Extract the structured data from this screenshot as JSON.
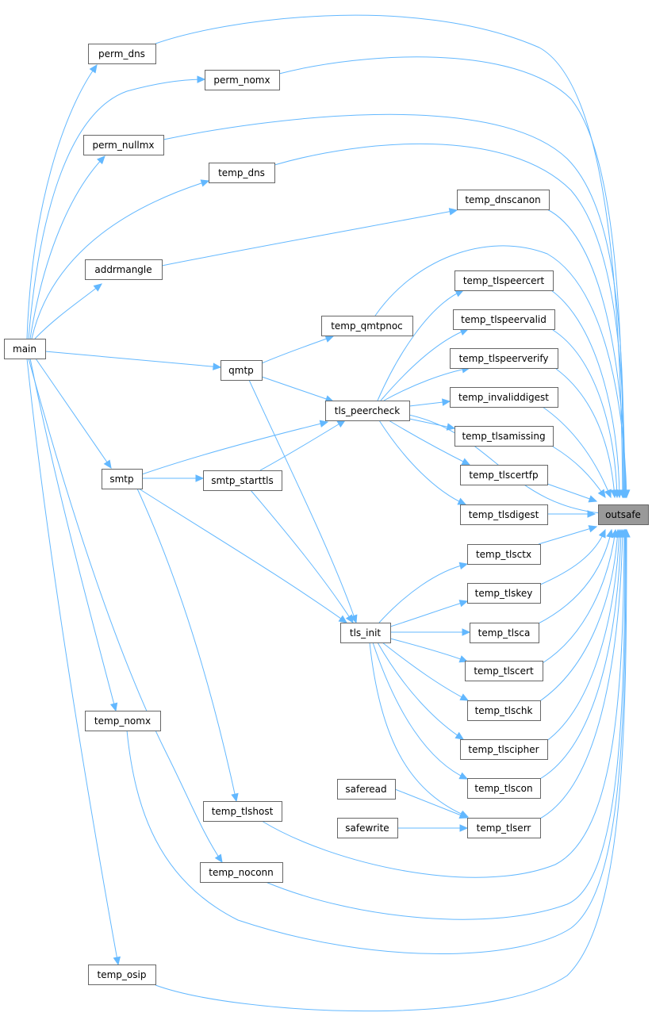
{
  "graph": {
    "highlight": "outsafe",
    "edge_color": "#63b8ff",
    "highlight_fill": "#999999",
    "nodes": {
      "main": "main",
      "perm_dns": "perm_dns",
      "perm_nomx": "perm_nomx",
      "perm_nullmx": "perm_nullmx",
      "temp_dns": "temp_dns",
      "temp_dnscanon": "temp_dnscanon",
      "addrmangle": "addrmangle",
      "temp_tlspeercert": "temp_tlspeercert",
      "temp_qmtpnoc": "temp_qmtpnoc",
      "temp_tlspeervalid": "temp_tlspeervalid",
      "qmtp": "qmtp",
      "temp_tlspeerverify": "temp_tlspeerverify",
      "temp_invaliddigest": "temp_invaliddigest",
      "tls_peercheck": "tls_peercheck",
      "temp_tlsamissing": "temp_tlsamissing",
      "smtp": "smtp",
      "smtp_starttls": "smtp_starttls",
      "temp_tlscertfp": "temp_tlscertfp",
      "temp_tlsdigest": "temp_tlsdigest",
      "outsafe": "outsafe",
      "temp_tlsctx": "temp_tlsctx",
      "temp_tlskey": "temp_tlskey",
      "tls_init": "tls_init",
      "temp_tlsca": "temp_tlsca",
      "temp_tlscert": "temp_tlscert",
      "temp_tlschk": "temp_tlschk",
      "temp_nomx": "temp_nomx",
      "temp_tlscipher": "temp_tlscipher",
      "saferead": "saferead",
      "temp_tlscon": "temp_tlscon",
      "temp_tlshost": "temp_tlshost",
      "safewrite": "safewrite",
      "temp_tlserr": "temp_tlserr",
      "temp_noconn": "temp_noconn",
      "temp_osip": "temp_osip"
    },
    "edges": [
      [
        "main",
        "perm_dns"
      ],
      [
        "main",
        "perm_nomx"
      ],
      [
        "main",
        "perm_nullmx"
      ],
      [
        "main",
        "temp_dns"
      ],
      [
        "main",
        "addrmangle"
      ],
      [
        "main",
        "qmtp"
      ],
      [
        "main",
        "smtp"
      ],
      [
        "main",
        "temp_nomx"
      ],
      [
        "main",
        "temp_noconn"
      ],
      [
        "main",
        "temp_osip"
      ],
      [
        "qmtp",
        "temp_qmtpnoc"
      ],
      [
        "qmtp",
        "tls_peercheck"
      ],
      [
        "qmtp",
        "tls_init"
      ],
      [
        "smtp",
        "tls_peercheck"
      ],
      [
        "smtp",
        "smtp_starttls"
      ],
      [
        "smtp",
        "tls_init"
      ],
      [
        "smtp",
        "temp_tlshost"
      ],
      [
        "smtp_starttls",
        "tls_peercheck"
      ],
      [
        "smtp_starttls",
        "tls_init"
      ],
      [
        "tls_peercheck",
        "temp_tlspeercert"
      ],
      [
        "tls_peercheck",
        "temp_tlspeervalid"
      ],
      [
        "tls_peercheck",
        "temp_tlspeerverify"
      ],
      [
        "tls_peercheck",
        "temp_invaliddigest"
      ],
      [
        "tls_peercheck",
        "temp_tlsamissing"
      ],
      [
        "tls_peercheck",
        "temp_tlscertfp"
      ],
      [
        "tls_peercheck",
        "temp_tlsdigest"
      ],
      [
        "tls_peercheck",
        "outsafe"
      ],
      [
        "tls_init",
        "temp_tlsctx"
      ],
      [
        "tls_init",
        "temp_tlskey"
      ],
      [
        "tls_init",
        "temp_tlsca"
      ],
      [
        "tls_init",
        "temp_tlscert"
      ],
      [
        "tls_init",
        "temp_tlschk"
      ],
      [
        "tls_init",
        "temp_tlscipher"
      ],
      [
        "tls_init",
        "temp_tlscon"
      ],
      [
        "tls_init",
        "temp_tlserr"
      ],
      [
        "saferead",
        "temp_tlserr"
      ],
      [
        "safewrite",
        "temp_tlserr"
      ],
      [
        "perm_dns",
        "outsafe"
      ],
      [
        "perm_nomx",
        "outsafe"
      ],
      [
        "perm_nullmx",
        "outsafe"
      ],
      [
        "temp_dns",
        "outsafe"
      ],
      [
        "temp_dnscanon",
        "outsafe"
      ],
      [
        "addrmangle",
        "temp_dnscanon"
      ],
      [
        "temp_tlspeercert",
        "outsafe"
      ],
      [
        "temp_qmtpnoc",
        "outsafe"
      ],
      [
        "temp_tlspeervalid",
        "outsafe"
      ],
      [
        "temp_tlspeerverify",
        "outsafe"
      ],
      [
        "temp_invaliddigest",
        "outsafe"
      ],
      [
        "temp_tlsamissing",
        "outsafe"
      ],
      [
        "temp_tlscertfp",
        "outsafe"
      ],
      [
        "temp_tlsdigest",
        "outsafe"
      ],
      [
        "temp_tlsctx",
        "outsafe"
      ],
      [
        "temp_tlskey",
        "outsafe"
      ],
      [
        "temp_tlsca",
        "outsafe"
      ],
      [
        "temp_tlscert",
        "outsafe"
      ],
      [
        "temp_tlschk",
        "outsafe"
      ],
      [
        "temp_tlscipher",
        "outsafe"
      ],
      [
        "temp_tlscon",
        "outsafe"
      ],
      [
        "temp_tlserr",
        "outsafe"
      ],
      [
        "temp_tlshost",
        "outsafe"
      ],
      [
        "temp_nomx",
        "outsafe"
      ],
      [
        "temp_noconn",
        "outsafe"
      ],
      [
        "temp_osip",
        "outsafe"
      ]
    ]
  }
}
